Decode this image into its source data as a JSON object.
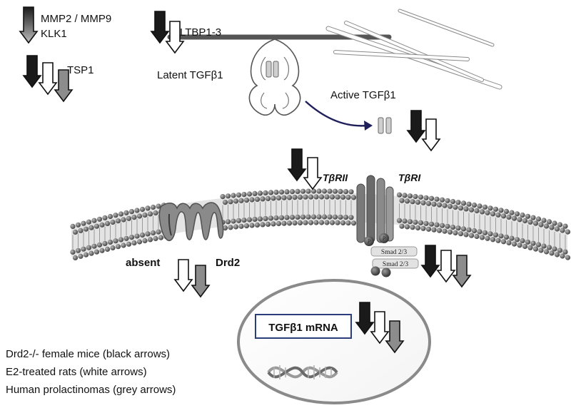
{
  "colors": {
    "black_arrow": "#1a1a1a",
    "white_arrow": "#ffffff",
    "grey_arrow": "#8c8c8c",
    "membrane_head": "#5a5a5a",
    "receptor": "#7f7f7f",
    "activation_arrow": "#1f1f5c"
  },
  "labels": {
    "mmp": "MMP2 / MMP9",
    "klk1": "KLK1",
    "tsp1": "TSP1",
    "ltbp": "LTBP1-3",
    "latent": "Latent TGF",
    "active": "Active TGF",
    "beta_one": "β1",
    "tbrii": "TβRII",
    "tbri": "TβRI",
    "absent": "absent",
    "drd2": "Drd2",
    "smad_top": "Smad 2/3",
    "smad_bottom": "Smad 2/3",
    "phospho": "P",
    "mrna_prefix": "TGF",
    "mrna_beta": "β1",
    "mrna_suffix": " mRNA"
  },
  "legend": [
    "Drd2-/- female mice (black arrows)",
    "E2-treated rats (white arrows)",
    "Human prolactinomas (grey arrows)"
  ],
  "arrow_groups": [
    {
      "name": "mmp-klk1",
      "arrows": [
        "grey-gradient"
      ]
    },
    {
      "name": "tsp1",
      "arrows": [
        "black",
        "white",
        "grey"
      ]
    },
    {
      "name": "ltbp",
      "arrows": [
        "black",
        "white"
      ]
    },
    {
      "name": "active-tgfb1",
      "arrows": [
        "black",
        "white"
      ]
    },
    {
      "name": "tbrii",
      "arrows": [
        "black",
        "white"
      ]
    },
    {
      "name": "drd2",
      "arrows": [
        "absent",
        "white",
        "grey"
      ]
    },
    {
      "name": "smad",
      "arrows": [
        "black",
        "white",
        "grey"
      ]
    },
    {
      "name": "mrna",
      "arrows": [
        "black",
        "white",
        "grey"
      ]
    }
  ]
}
